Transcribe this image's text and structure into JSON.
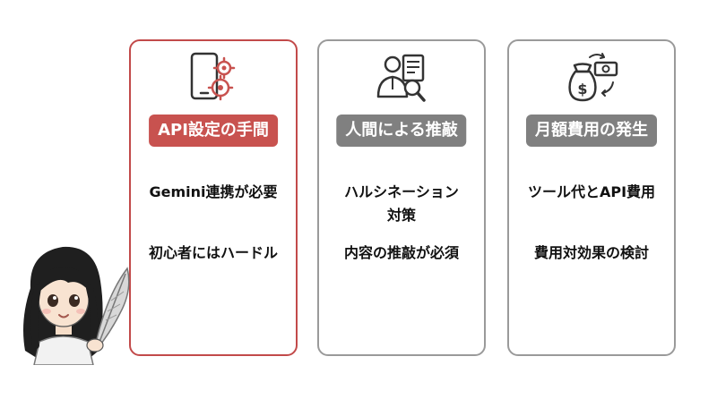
{
  "cards": [
    {
      "icon": "phone-gear-icon",
      "title": "API設定の手間",
      "lines": [
        "Gemini連携が必要",
        "初心者にはハードル"
      ],
      "accent": "#c8524f",
      "border": "#c24a4a"
    },
    {
      "icon": "person-document-search-icon",
      "title": "人間による推敲",
      "lines": [
        "ハルシネーション\n対策",
        "内容の推敲が必須"
      ],
      "accent": "#808080",
      "border": "#9a9a9a"
    },
    {
      "icon": "money-bag-cash-cycle-icon",
      "title": "月額費用の発生",
      "lines": [
        "ツール代とAPI費用",
        "費用対効果の検討"
      ],
      "accent": "#808080",
      "border": "#9a9a9a"
    }
  ],
  "avatar": {
    "icon": "girl-with-quill-illustration"
  }
}
